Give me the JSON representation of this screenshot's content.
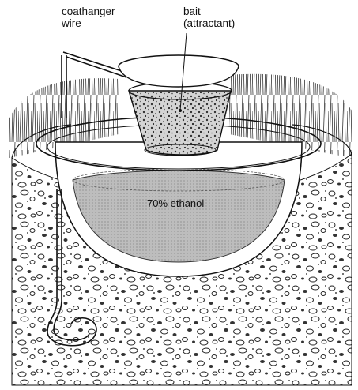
{
  "labels": {
    "coathanger_line1": "coathanger",
    "coathanger_line2": "wire",
    "bait_line1": "bait",
    "bait_line2": "(attractant)",
    "ethanol": "70% ethanol"
  },
  "colors": {
    "ink": "#111111",
    "liquid": "#b9b9b9",
    "soil": "#ffffff",
    "background": "#ffffff"
  }
}
